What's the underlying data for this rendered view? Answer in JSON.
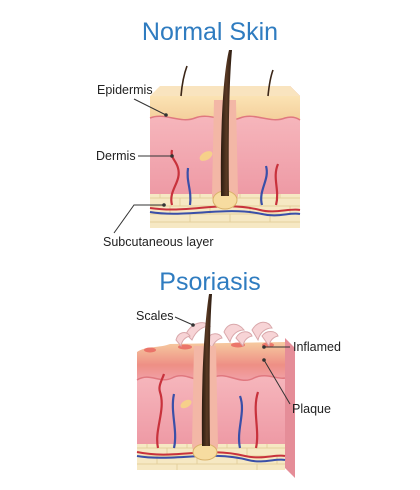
{
  "normal": {
    "title": "Normal Skin",
    "labels": {
      "epidermis": "Epidermis",
      "dermis": "Dermis",
      "subcutaneous": "Subcutaneous layer"
    }
  },
  "psoriasis": {
    "title": "Psoriasis",
    "labels": {
      "scales": "Scales",
      "inflamed": "Inflamed",
      "plaque": "Plaque"
    }
  },
  "colors": {
    "title": "#2f7cc0",
    "epidermis": "#f7d9a8",
    "dermis": "#f0a1ab",
    "subcutaneous": "#f6e8c3",
    "hair": "#3b2618",
    "artery": "#c8323c",
    "vein": "#3a4fa8"
  }
}
